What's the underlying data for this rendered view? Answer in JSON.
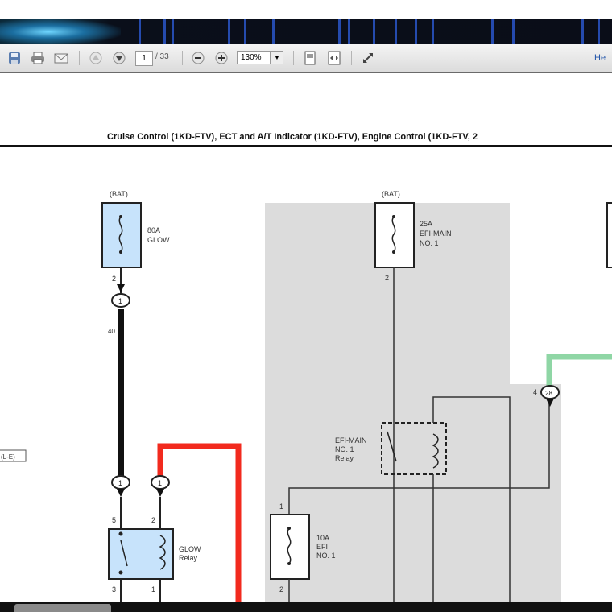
{
  "toolbar": {
    "page_current": "1",
    "page_total": "/ 33",
    "zoom": "130%",
    "help_label": "He"
  },
  "document": {
    "title": "Cruise Control (1KD-FTV), ECT and A/T Indicator (1KD-FTV), Engine Control (1KD-FTV, 2",
    "side_label": "(L-E)",
    "glow_fuse": {
      "source": "(BAT)",
      "rating": "80A",
      "name": "GLOW",
      "pin": "2"
    },
    "efi_main_fuse": {
      "source": "(BAT)",
      "rating": "25A",
      "name": "EFI-MAIN",
      "sub": "NO. 1",
      "pin": "2"
    },
    "efi_main_relay": {
      "line1": "EFI-MAIN",
      "line2": "NO. 1",
      "line3": "Relay"
    },
    "glow_relay": {
      "line1": "GLOW",
      "line2": "Relay",
      "pin_a": "5",
      "pin_b": "2",
      "pin_c": "3",
      "pin_d": "1"
    },
    "efi_fuse": {
      "rating": "10A",
      "name": "EFI",
      "sub": "NO. 1",
      "pin_top": "1",
      "pin_bottom": "2"
    },
    "connector_left": "1",
    "connector_left_wire": "40",
    "connector_right_pin": "4",
    "colors": {
      "red_wire": "#f22a1e",
      "green_wire": "#8fd6a5",
      "fuse_fill": "#c7e3fb",
      "gray_area": "#dcdcdc"
    }
  }
}
